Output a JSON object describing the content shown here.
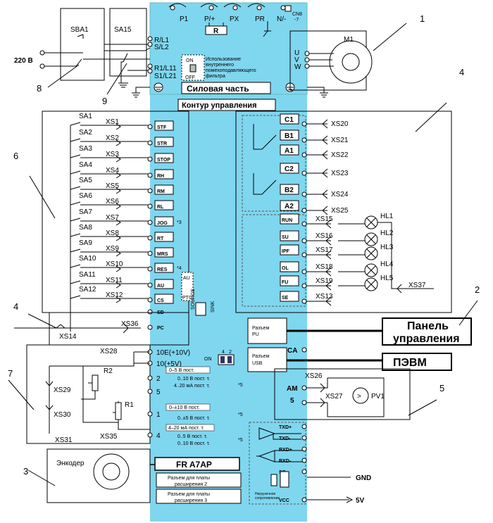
{
  "power": {
    "top_terms": [
      "P1",
      "P/+",
      "PX",
      "PR",
      "N/-",
      "CN8\n-7"
    ],
    "r_label": "R",
    "left_terms": [
      "R/L1",
      "S/L2",
      "R1/L11",
      "S1/L21"
    ],
    "filter_note": [
      "Использование",
      "внутреннего",
      "помехоподавляющего",
      "фильтра"
    ],
    "on": "ON",
    "off": "OFF",
    "section_label": "Силовая часть",
    "voltage": "220 В",
    "sba1": "SBA1",
    "sa15": "SA15",
    "motor": "M1",
    "uvw": [
      "U",
      "V",
      "W"
    ]
  },
  "control": {
    "header": "Контур управления",
    "inputs": [
      "STF",
      "STR",
      "STOP",
      "RH",
      "RM",
      "RL",
      "JOG",
      "RT",
      "MRS",
      "RES",
      "AU",
      "CS",
      "SD",
      "PC"
    ],
    "sa_labels": [
      "SA1",
      "SA2",
      "SA3",
      "SA4",
      "SA5",
      "SA6",
      "SA7",
      "SA8",
      "SA9",
      "SA10",
      "SA11",
      "SA12"
    ],
    "xs_left": [
      "XS1",
      "XS2",
      "XS3",
      "XS4",
      "XS5",
      "XS6",
      "XS7",
      "XS8",
      "XS9",
      "XS10",
      "XS11",
      "XS12"
    ],
    "note3": "*3",
    "note4": "*4",
    "au_ptc": [
      "AU",
      "PTC"
    ],
    "source_sink": [
      "SOURCE",
      "SINK"
    ],
    "xs36": "XS36",
    "xs14": "XS14",
    "relay_terms": [
      "C1",
      "B1",
      "A1",
      "C2",
      "B2",
      "A2"
    ],
    "relay_xs": [
      "XS20",
      "XS21",
      "XS22",
      "XS23",
      "XS24",
      "XS25"
    ],
    "out_terms": [
      "RUN",
      "SU",
      "IPF",
      "OL",
      "FU",
      "SE"
    ],
    "out_xs": [
      "XS15",
      "XS16",
      "XS17",
      "XS18",
      "XS19",
      "XS13"
    ],
    "hl": [
      "HL1",
      "HL2",
      "HL3",
      "HL4",
      "HL5"
    ],
    "xs37": "XS37",
    "pu_label": [
      "Разъем",
      "PU"
    ],
    "usb_label": [
      "Разъем",
      "USB"
    ],
    "ca": "CA",
    "panel": [
      "Панель",
      "управления"
    ],
    "pc": "ПЭВМ",
    "am": "AM",
    "am5": "5",
    "xs26": "XS26",
    "xs27": "XS27",
    "pv1": "PV1",
    "analog_terms": [
      "10E(+10V)",
      "10(+5V)",
      "2",
      "5",
      "1",
      "4"
    ],
    "xs28": "XS28",
    "xs29": "XS29",
    "xs30": "XS30",
    "xs31": "XS31",
    "xs35": "XS35",
    "r1": "R1",
    "r2": "R2",
    "sw_on": "ON",
    "sw_nums": [
      "4",
      "2"
    ],
    "a2_lines": [
      "0–5 В пост.",
      "0..10 В пост. т.",
      "4..20 мА пост. т."
    ],
    "a1_lines": [
      "0–±10 В пост.",
      "0..±5 В пост. т."
    ],
    "a4_lines": [
      "4–20 мА пост. т.",
      "0..5 В пост. т.",
      "0..10 В пост. т."
    ],
    "note5": "*5",
    "encoder": "Энкодер",
    "fr": "FR A7AP",
    "exp2": [
      "Разъем для платы",
      "расширения 2"
    ],
    "exp3": [
      "Разъем для платы",
      "расширения 3"
    ],
    "comm_terms": [
      "TXD+",
      "TXD-",
      "RXD+",
      "RXD-",
      "SG",
      "VCC"
    ],
    "gnd": "GND",
    "v5": "5V",
    "load_res": [
      "Нагрузочное",
      "сопротивление"
    ]
  },
  "callouts": [
    "1",
    "2",
    "3",
    "4",
    "4",
    "5",
    "6",
    "7",
    "8",
    "9"
  ]
}
